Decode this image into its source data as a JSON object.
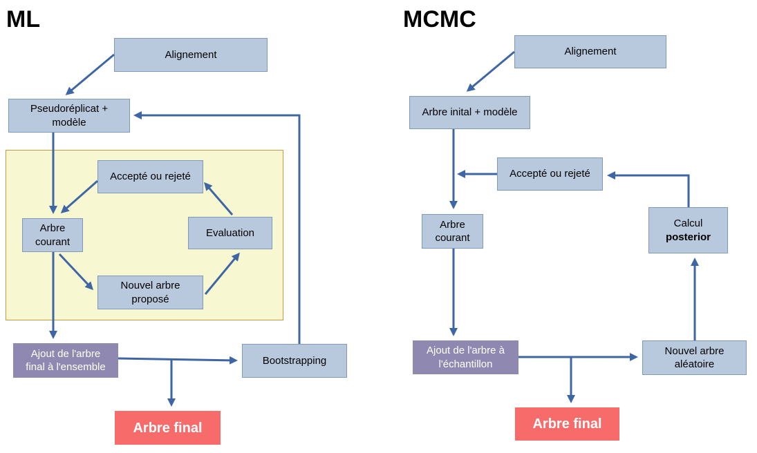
{
  "colors": {
    "box_blue": "#b8c8dd",
    "box_purple": "#8f88b1",
    "box_red": "#f86b6b",
    "zone_fill": "#f7f7d2",
    "zone_border": "#c59a3e",
    "arrow": "#3e66a5"
  },
  "ml": {
    "title": "ML",
    "alignement": "Alignement",
    "pseudoreplicat": "Pseudoréplicat +\nmodèle",
    "accepte_rejete": "Accepté ou rejeté",
    "arbre_courant": "Arbre\ncourant",
    "evaluation": "Evaluation",
    "nouvel_arbre": "Nouvel arbre\nproposé",
    "ajout_arbre": "Ajout de l'arbre\nfinal à l'ensemble",
    "bootstrapping": "Bootstrapping",
    "arbre_final": "Arbre final"
  },
  "mcmc": {
    "title": "MCMC",
    "alignement": "Alignement",
    "arbre_initial": "Arbre inital + modèle",
    "accepte_rejete": "Accepté ou rejeté",
    "calcul": "Calcul",
    "posterior": "posterior",
    "arbre_courant": "Arbre\ncourant",
    "ajout_arbre": "Ajout de l'arbre à\nl'échantillon",
    "nouvel_arbre": "Nouvel arbre\naléatoire",
    "arbre_final": "Arbre final"
  }
}
